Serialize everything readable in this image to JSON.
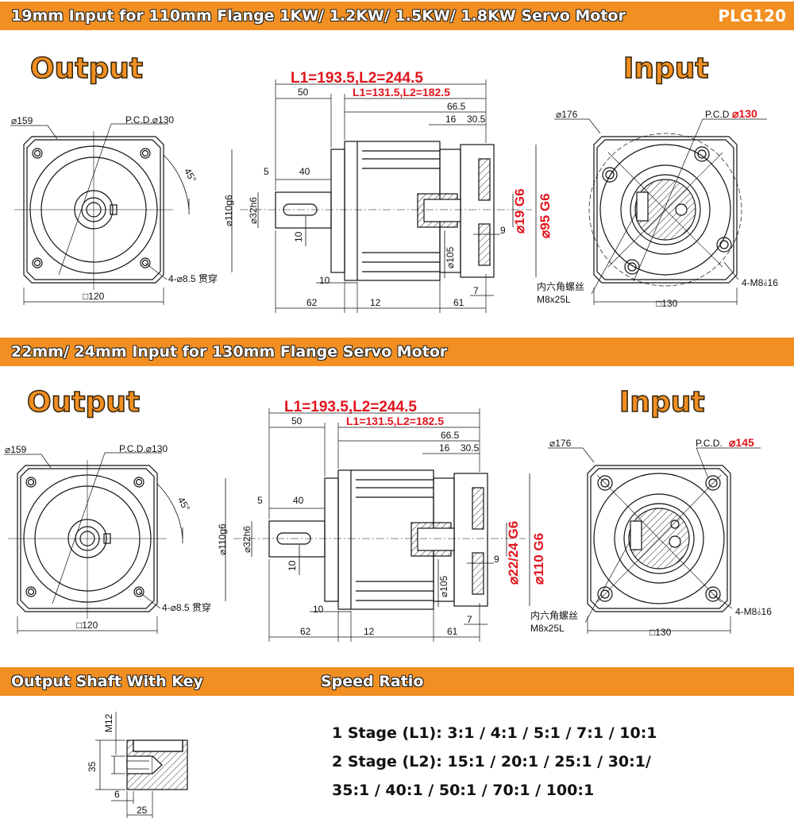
{
  "section1": {
    "title": "19mm Input for 110mm Flange 1KW/ 1.2KW/ 1.5KW/ 1.8KW Servo Motor",
    "model": "PLG120",
    "output_label": "Output",
    "input_label": "Input",
    "output_view": {
      "dia": "⌀159",
      "pcd": "P.C.D.⌀130",
      "angle": "45°",
      "holes": "4-⌀8.5 贯穿",
      "square": "□120"
    },
    "side_view": {
      "length_main": "L1=193.5,L2=244.5",
      "length_sub": "L1=131.5,L2=182.5",
      "d50": "50",
      "d66_5": "66.5",
      "d16": "16",
      "d30_5": "30.5",
      "d5": "5",
      "d40": "40",
      "d110": "⌀110g6",
      "d32": "⌀32h6",
      "d10a": "10",
      "d10b": "10",
      "d105": "⌀105",
      "d9": "9",
      "d7": "7",
      "d62": "62",
      "d12": "12",
      "d61": "61",
      "bore": "⌀19 G6",
      "spigot": "⌀95 G6"
    },
    "input_view": {
      "dia": "⌀176",
      "pcd_prefix": "P.C.D",
      "pcd_value": "⌀130",
      "screw_cn": "内六角螺丝",
      "screw": "M8x25L",
      "holes": "4-M8⫰16",
      "square": "□130"
    }
  },
  "section2": {
    "title": "22mm/ 24mm Input for 130mm Flange Servo Motor",
    "output_label": "Output",
    "input_label": "Input",
    "output_view": {
      "dia": "⌀159",
      "pcd": "P.C.D.⌀130",
      "angle": "45°",
      "holes": "4-⌀8.5 贯穿",
      "square": "□120"
    },
    "side_view": {
      "length_main": "L1=193.5,L2=244.5",
      "length_sub": "L1=131.5,L2=182.5",
      "d50": "50",
      "d66_5": "66.5",
      "d16": "16",
      "d30_5": "30.5",
      "d5": "5",
      "d40": "40",
      "d110": "⌀110g6",
      "d32": "⌀32h6",
      "d10a": "10",
      "d10b": "10",
      "d105": "⌀105",
      "d9": "9",
      "d7": "7",
      "d62": "62",
      "d12": "12",
      "d61": "61",
      "bore": "⌀22/24 G6",
      "spigot": "⌀110 G6"
    },
    "input_view": {
      "dia": "⌀176",
      "pcd_prefix": "P.C.D.",
      "pcd_value": "⌀145",
      "screw_cn": "内六角螺丝",
      "screw": "M8x25L",
      "holes": "4-M8⫰16",
      "square": "□130"
    }
  },
  "section3": {
    "shaft_title": "Output Shaft With Key",
    "ratio_title": "Speed Ratio",
    "shaft": {
      "thread": "M12",
      "d35": "35",
      "d6": "6",
      "d25": "25"
    },
    "ratios": {
      "line1": "1 Stage (L1): 3:1 / 4:1 / 5:1 / 7:1 / 10:1",
      "line2": "2 Stage (L2): 15:1 / 20:1 / 25:1 / 30:1/",
      "line3": "35:1 / 40:1 / 50:1 / 70:1 / 100:1"
    }
  },
  "colors": {
    "accent": "#f28f22",
    "dimension_red": "#e0141c",
    "line": "#111111"
  }
}
